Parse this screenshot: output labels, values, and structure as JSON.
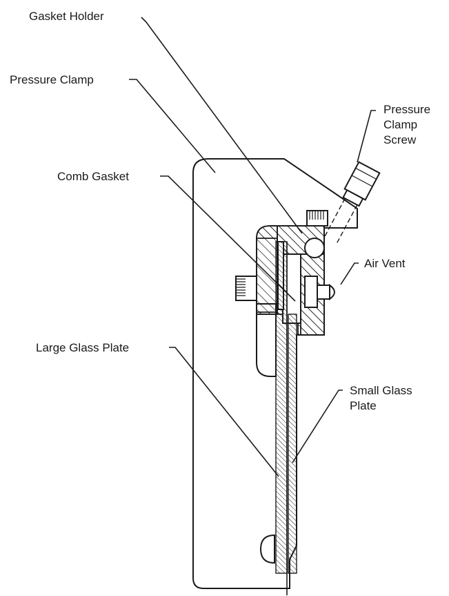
{
  "labels": {
    "gasket_holder": "Gasket Holder",
    "pressure_clamp": "Pressure Clamp",
    "pressure_clamp_screw_line1": "Pressure",
    "pressure_clamp_screw_line2": "Clamp",
    "pressure_clamp_screw_line3": "Screw",
    "comb_gasket": "Comb Gasket",
    "air_vent": "Air Vent",
    "large_glass_plate": "Large Glass Plate",
    "small_glass_plate_line1": "Small Glass",
    "small_glass_plate_line2": "Plate"
  }
}
